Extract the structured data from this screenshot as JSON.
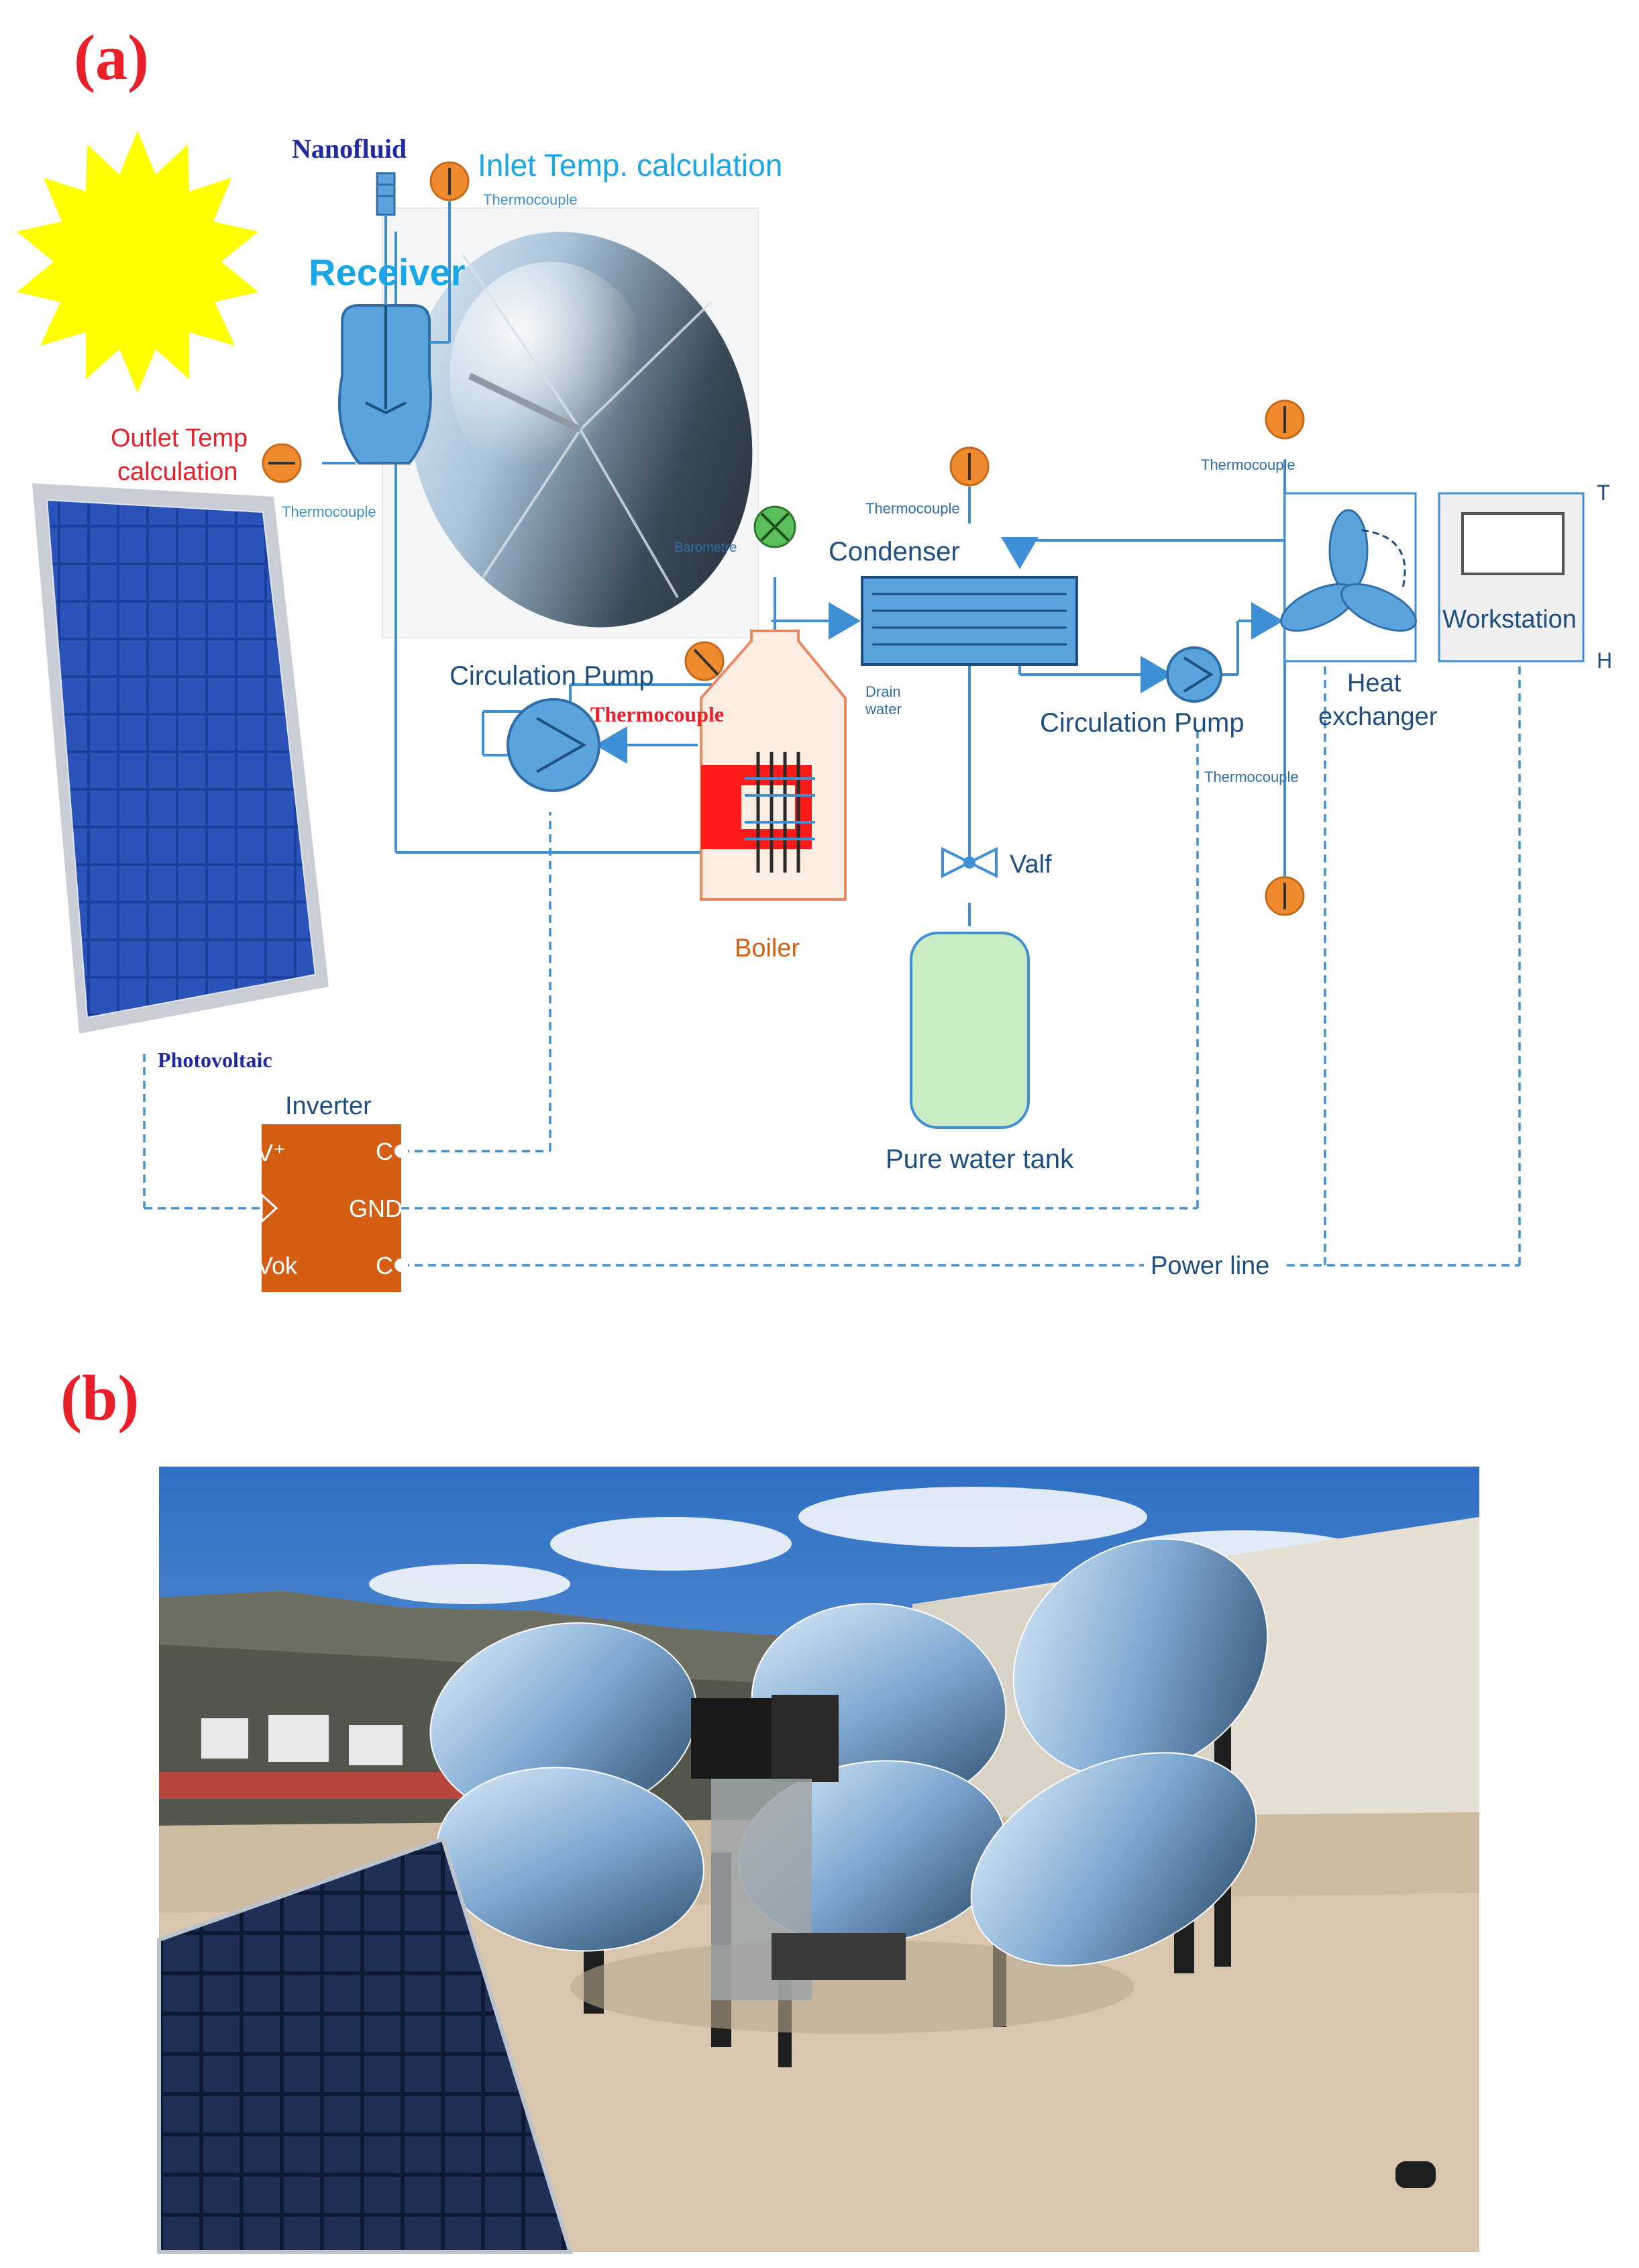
{
  "panel_a": {
    "label": "(a)",
    "nanofluid": "Nanofluid",
    "inlet_temp": "Inlet Temp. calculation",
    "thermocouple_small": "Thermocouple",
    "receiver": "Receiver",
    "outlet_temp_line1": "Outlet Temp",
    "outlet_temp_line2": "calculation",
    "barometre": "Barometre",
    "condenser": "Condenser",
    "drain_line1": "Drain",
    "drain_line2": "water",
    "circulation_pump_1": "Circulation Pump",
    "thermocouple_red": "Thermocouple",
    "circulation_pump_2": "Circulation Pump",
    "heat_line1": "Heat",
    "heat_line2": "exchanger",
    "workstation": "Workstation",
    "t_label": "T",
    "h_label": "H",
    "valf": "Valf",
    "boiler": "Boiler",
    "pure_water_tank": "Pure water tank",
    "photovoltaic": "Photovoltaic",
    "inverter": "Inverter",
    "inv_vplus": "V⁺",
    "inv_vok": "Vok",
    "inv_c1": "C",
    "inv_gnd": "GND",
    "inv_c2": "C",
    "power_line": "Power line",
    "colors": {
      "blue_line": "#3f8fd4",
      "orange": "#f08a2e",
      "inverter": "#d45f14",
      "red_text": "#e8202a",
      "cyan_text": "#1aa7e8",
      "navy_text": "#1f2a9e",
      "tank_fill": "#c9ecc4",
      "sun": "#ffff00",
      "boiler_fill": "#fdeee4"
    }
  },
  "panel_b": {
    "label": "(b)"
  }
}
